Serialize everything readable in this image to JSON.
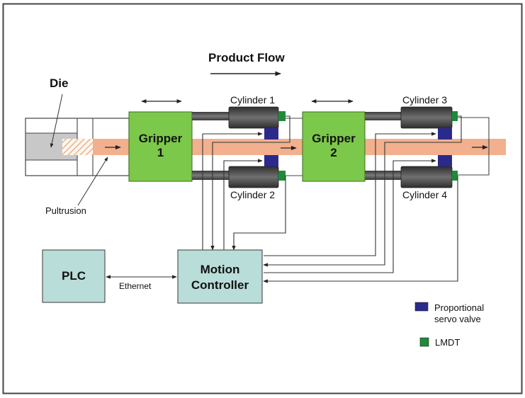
{
  "title": "Product Flow",
  "labels": {
    "die": "Die",
    "pultrusion": "Pultrusion",
    "gripper1_line1": "Gripper",
    "gripper1_line2": "1",
    "gripper2_line1": "Gripper",
    "gripper2_line2": "2",
    "cylinder1": "Cylinder 1",
    "cylinder2": "Cylinder 2",
    "cylinder3": "Cylinder 3",
    "cylinder4": "Cylinder 4",
    "plc": "PLC",
    "ethernet": "Ethernet",
    "motion_controller_line1": "Motion",
    "motion_controller_line2": "Controller"
  },
  "legend": [
    {
      "label_line1": "Proportional",
      "label_line2": "servo valve",
      "color": "#2b2a8c"
    },
    {
      "label_line1": "LMDT",
      "label_line2": "",
      "color": "#1f8a3a"
    }
  ],
  "colors": {
    "gripper": "#7cc84a",
    "controller": "#b9ddd9",
    "pultrusion": "#f2b08e",
    "die": "#c8c8c8",
    "cylinder": "#4a4a4a",
    "valve": "#2b2a8c",
    "lmdt": "#1f8a3a",
    "line": "#333333"
  }
}
